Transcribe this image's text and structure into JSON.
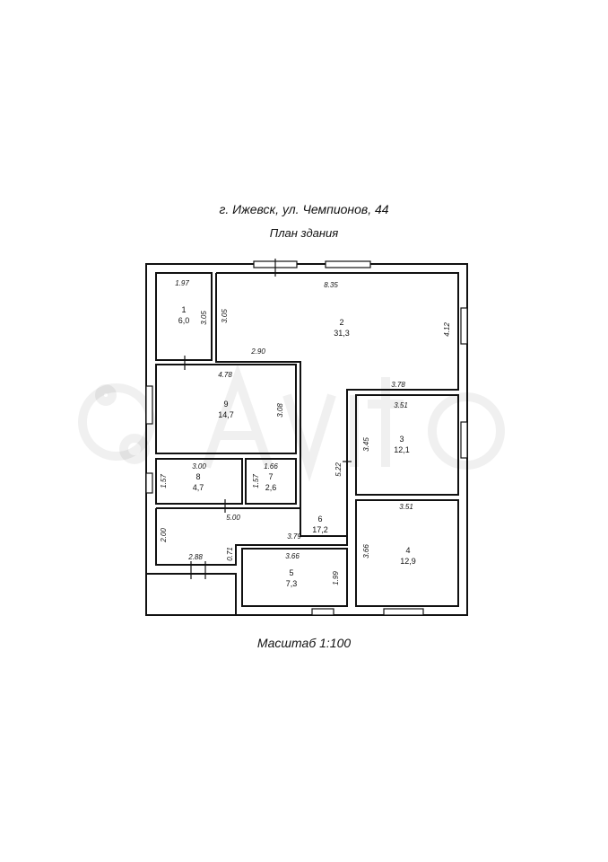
{
  "header": {
    "address": "г. Ижевск, ул. Чемпионов, 44",
    "subtitle": "План здания"
  },
  "footer": {
    "scale": "Масштаб 1:100"
  },
  "rooms": [
    {
      "number": "1",
      "area": "6,0"
    },
    {
      "number": "2",
      "area": "31,3"
    },
    {
      "number": "3",
      "area": "12,1"
    },
    {
      "number": "4",
      "area": "12,9"
    },
    {
      "number": "5",
      "area": "7,3"
    },
    {
      "number": "6",
      "area": "17,2"
    },
    {
      "number": "7",
      "area": "2,6"
    },
    {
      "number": "8",
      "area": "4,7"
    },
    {
      "number": "9",
      "area": "14,7"
    }
  ],
  "dimensions": {
    "r1_w": "1.97",
    "r1_h": "3.05",
    "r2_top": "8.35",
    "r2_left": "3.05",
    "r2_right": "4.12",
    "r2_mid": "2.90",
    "r2_low": "3.78",
    "r9_w": "4.78",
    "r9_h": "3.08",
    "r3_w": "3.51",
    "r3_h": "3.45",
    "r8_w": "3.00",
    "r8_h": "1.57",
    "r7_w": "1.66",
    "r7_h": "1.57",
    "r6_top": "5.00",
    "r6_left": "2.00",
    "r6_v": "5.22",
    "r6_mid": "3.79",
    "r4_w": "3.51",
    "r4_h": "3.66",
    "r5_w": "3.66",
    "r5_h": "1.99",
    "r6_bottom": "2.88",
    "r6_small": "0.71"
  },
  "watermark": "Avito"
}
